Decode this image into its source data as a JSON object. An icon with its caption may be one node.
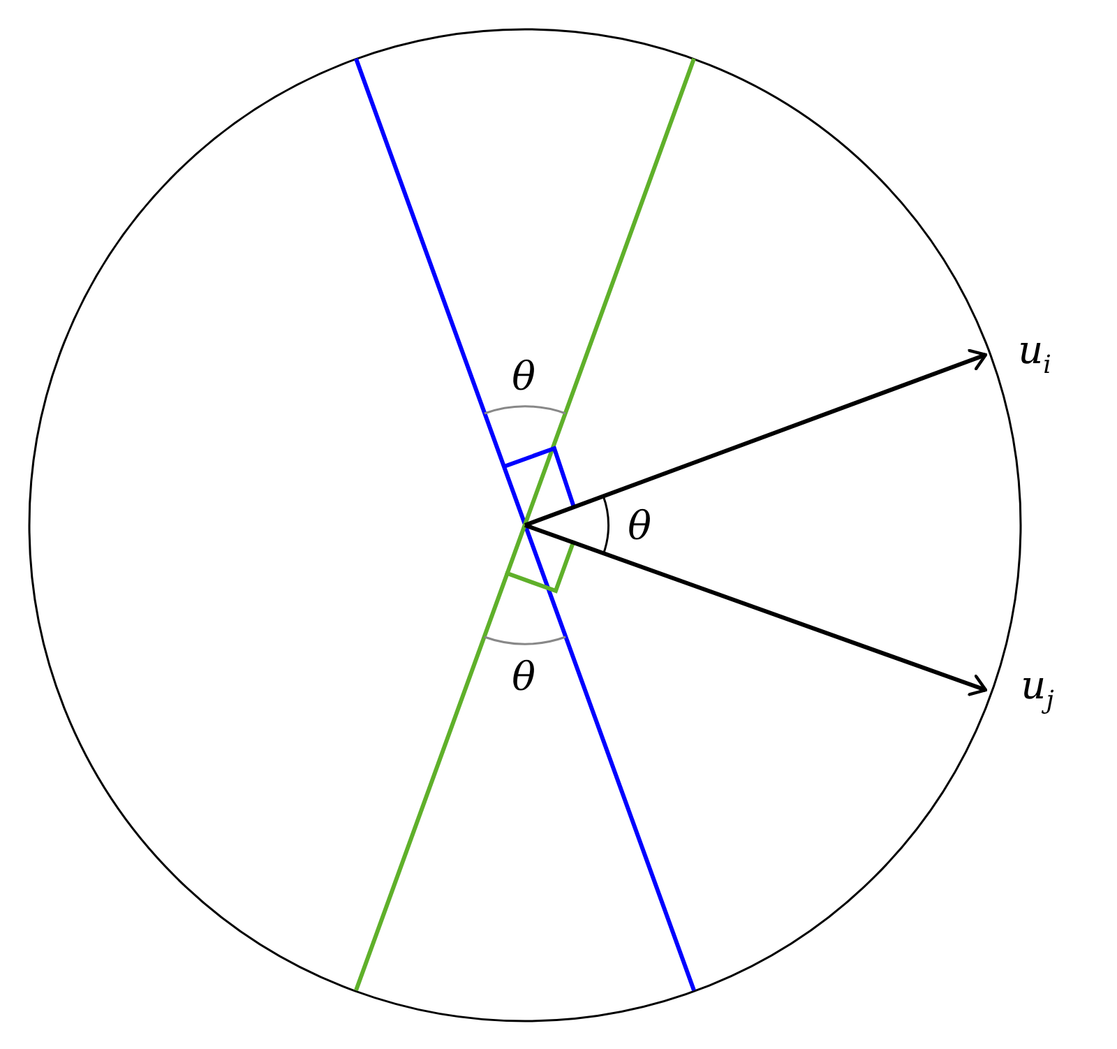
{
  "diagram": {
    "labels": [
      "u$_{i}$",
      "θ",
      "θ",
      "θ",
      "u$_{j}$"
    ]
  }
}
